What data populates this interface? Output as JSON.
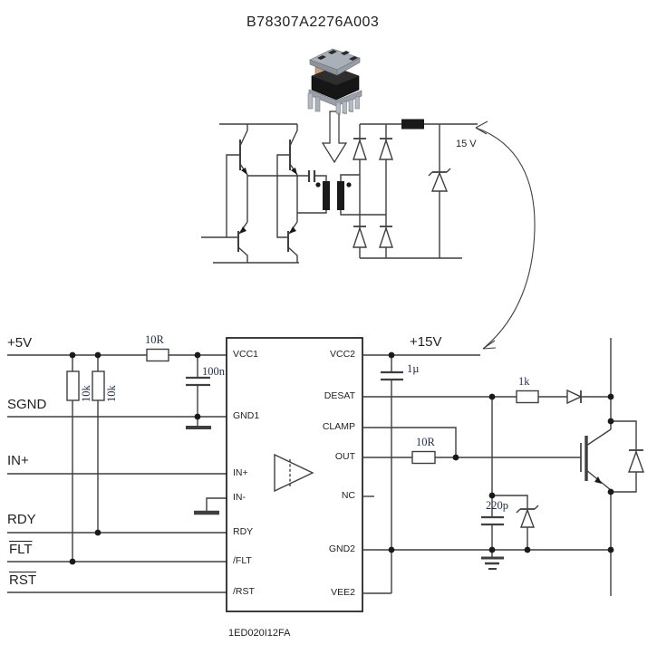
{
  "title": "B78307A2276A003",
  "upper_circuit": {
    "output_voltage_label": "15 V"
  },
  "lower_circuit": {
    "supply_label": "+15V",
    "ic_part_number": "1ED020I12FA",
    "left_signals": [
      {
        "label": "+5V",
        "overline": false
      },
      {
        "label": "SGND",
        "overline": false
      },
      {
        "label": "IN+",
        "overline": false
      },
      {
        "label": "RDY",
        "overline": false
      },
      {
        "label": "FLT",
        "overline": true
      },
      {
        "label": "RST",
        "overline": true
      }
    ],
    "ic_pins_left": [
      "VCC1",
      "GND1",
      "IN+",
      "IN-",
      "RDY",
      "/FLT",
      "/RST"
    ],
    "ic_pins_right": [
      "VCC2",
      "DESAT",
      "CLAMP",
      "OUT",
      "NC",
      "GND2",
      "VEE2"
    ],
    "component_values": {
      "r_vcc1": "10R",
      "c_vcc1": "100n",
      "r_pull_flt": "10k",
      "r_pull_rdy": "10k",
      "c_vcc2": "1µ",
      "r_desat": "1k",
      "r_gate": "10R",
      "c_clamp": "220p"
    }
  }
}
